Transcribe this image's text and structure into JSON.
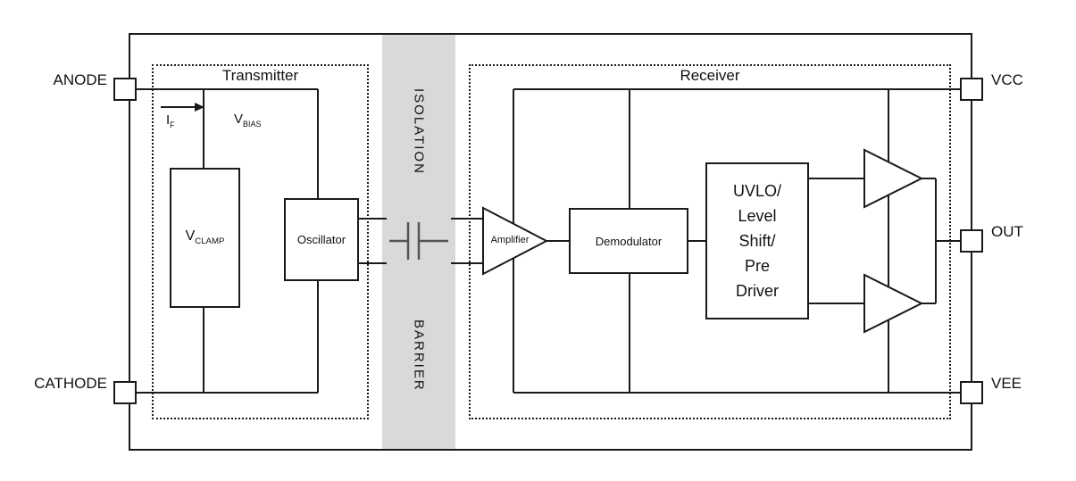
{
  "pins": {
    "anode": "ANODE",
    "cathode": "CATHODE",
    "vcc": "VCC",
    "out": "OUT",
    "vee": "VEE"
  },
  "transmitter": {
    "title": "Transmitter",
    "current": "I",
    "current_sub": "F",
    "vbias": "V",
    "vbias_sub": "BIAS",
    "vclamp": "V",
    "vclamp_sub": "CLAMP",
    "oscillator": "Oscillator"
  },
  "isolation": {
    "top": "ISOLATION",
    "bottom": "BARRIER"
  },
  "receiver": {
    "title": "Receiver",
    "amplifier": "Amplifier",
    "demodulator": "Demodulator",
    "uvlo_lines": [
      "UVLO/",
      "Level",
      "Shift/",
      "Pre",
      "Driver"
    ]
  },
  "colors": {
    "line": "#1a1a1a",
    "barrier_fill": "#d9d9d9",
    "background": "#ffffff"
  }
}
